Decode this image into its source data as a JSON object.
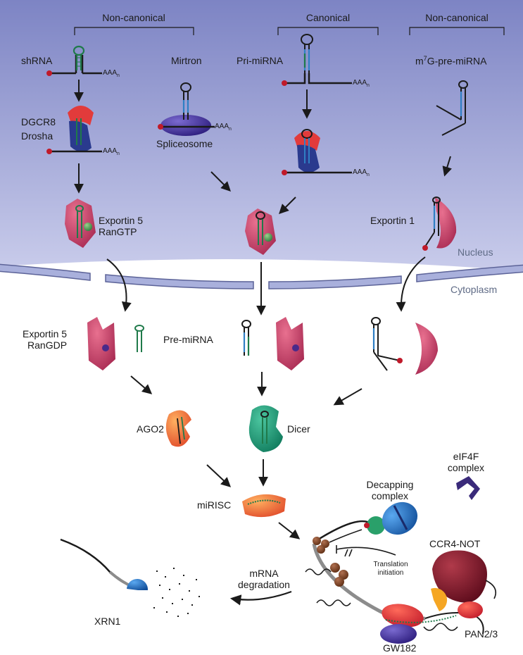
{
  "headers": {
    "noncanonical_left": "Non-canonical",
    "canonical": "Canonical",
    "noncanonical_right": "Non-canonical"
  },
  "pathways": {
    "shrna": "shRNA",
    "mirtron": "Mirtron",
    "pri_mirna": "Pri-miRNA",
    "m7g_pre_mirna_prefix": "m",
    "m7g_pre_mirna_superscript": "7",
    "m7g_pre_mirna_suffix": "G-pre-miRNA"
  },
  "polya": {
    "text": "AAA",
    "subscript": "n"
  },
  "nuclear_factors": {
    "dgcr8": "DGCR8",
    "drosha": "Drosha",
    "spliceosome": "Spliceosome",
    "exportin5_line1": "Exportin 5",
    "exportin5_line2": "RanGTP",
    "exportin1": "Exportin 1"
  },
  "compartments": {
    "nucleus": "Nucleus",
    "cytoplasm": "Cytoplasm"
  },
  "cytoplasm_factors": {
    "exportin5_gdp_line1": "Exportin 5",
    "exportin5_gdp_line2": "RanGDP",
    "pre_mirna": "Pre-miRNA",
    "ago2": "AGO2",
    "dicer": "Dicer",
    "mirisc": "miRISC",
    "eif4f_line1": "eIF4F",
    "eif4f_line2": "complex",
    "decapping_line1": "Decapping",
    "decapping_line2": "complex",
    "ccr4_not": "CCR4-NOT",
    "translation_line1": "Translation",
    "translation_line2": "initiation",
    "mrna_degradation_line1": "mRNA",
    "mrna_degradation_line2": "degradation",
    "xrn1": "XRN1",
    "gw182": "GW182",
    "pan23": "PAN2/3"
  },
  "colors": {
    "nucleus_top": "#7d84c4",
    "nucleus_bottom": "#c4c8ea",
    "exportin": "#b8335c",
    "drosha": "#2a3a8e",
    "dgcr8": "#e23b3b",
    "dicer": "#1a9a7a",
    "ago2": "#f06a2a",
    "decapping": "#1e6fc0",
    "ccr4_not": "#7a1a2a",
    "eif4f": "#3a2a7a",
    "gw182": "#3a2a8a",
    "hairpin_green": "#1f7a4a",
    "hairpin_blue": "#2f7fc4"
  }
}
